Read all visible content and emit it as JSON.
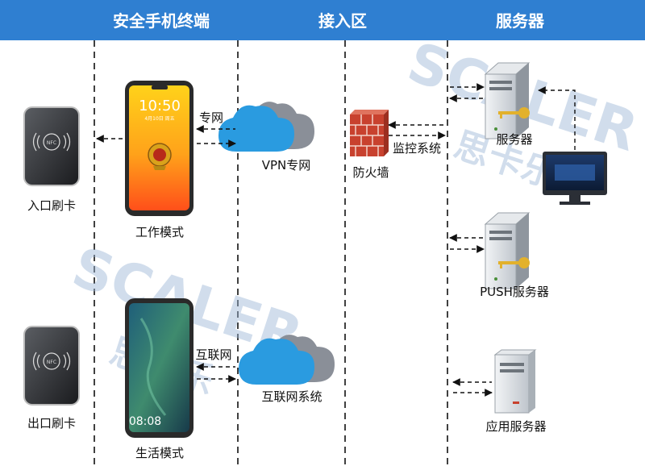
{
  "headers": {
    "col1": "安全手机终端",
    "col2": "接入区",
    "col3": "服务器"
  },
  "labels": {
    "entry_card": "入口刷卡",
    "exit_card": "出口刷卡",
    "work_mode": "工作模式",
    "life_mode": "生活模式",
    "vpn": "VPN专网",
    "internet_system": "互联网系统",
    "firewall": "防火墙",
    "dedicated_net": "专网",
    "internet": "互联网",
    "monitor_system": "监控系统",
    "server": "服务器",
    "push_server": "PUSH服务器",
    "app_server": "应用服务器"
  },
  "phone_work": {
    "time": "10:50",
    "date": "4月10日 周五"
  },
  "phone_life": {
    "time": "08:08"
  },
  "nfc": "NFC",
  "watermark": {
    "letters": "SCALER",
    "cn": "思卡乐"
  },
  "colors": {
    "header": "#2f7fd1",
    "cloud_blue": "#2a9be0",
    "cloud_gray": "#8a8f98",
    "firewall": "#c8412e"
  }
}
